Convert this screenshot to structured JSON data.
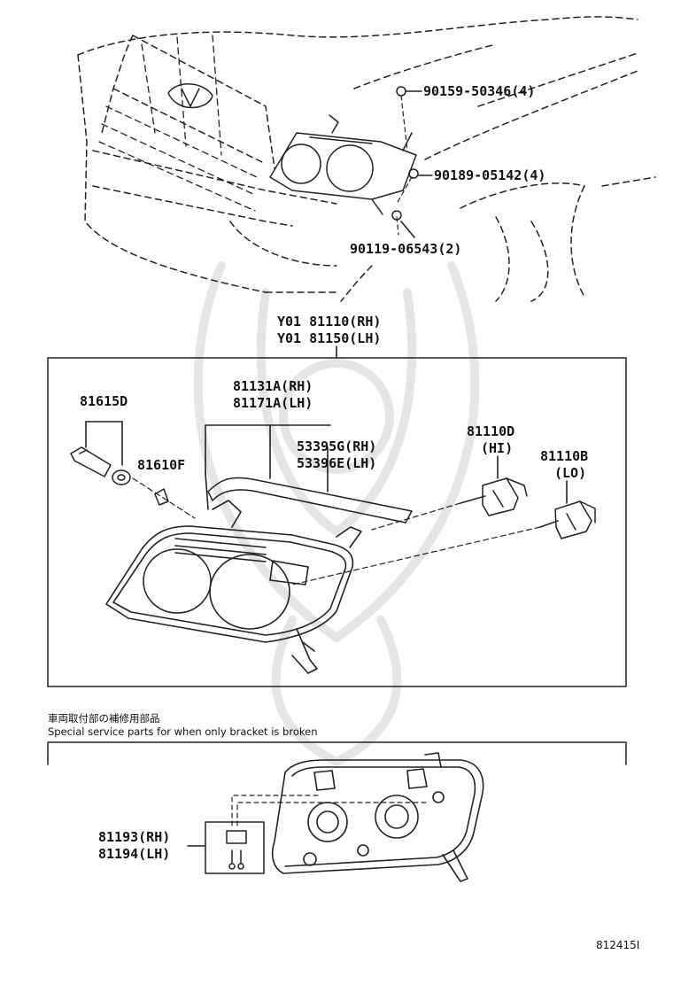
{
  "top_callouts": [
    {
      "part": "90159-50346(4)"
    },
    {
      "part": "90189-05142(4)"
    },
    {
      "part": "90119-06543(2)"
    }
  ],
  "assembly": {
    "lines": [
      "Y01 81110(RH)",
      "Y01 81150(LH)"
    ]
  },
  "box_callouts": {
    "socket": "81615D",
    "bulb_small": "81610F",
    "housing": [
      "81131A(RH)",
      "81171A(LH)"
    ],
    "gasket": [
      "53395G(RH)",
      "53396E(LH)"
    ],
    "bulb_hi": [
      "81110D",
      "(HI)"
    ],
    "bulb_lo": [
      "81110B",
      "(LO)"
    ]
  },
  "service_note": {
    "japanese": "車両取付部の補修用部品",
    "english": "Special service parts for when only bracket is broken"
  },
  "bracket_kit": [
    "81193(RH)",
    "81194(LH)"
  ],
  "figure_id": "812415I"
}
